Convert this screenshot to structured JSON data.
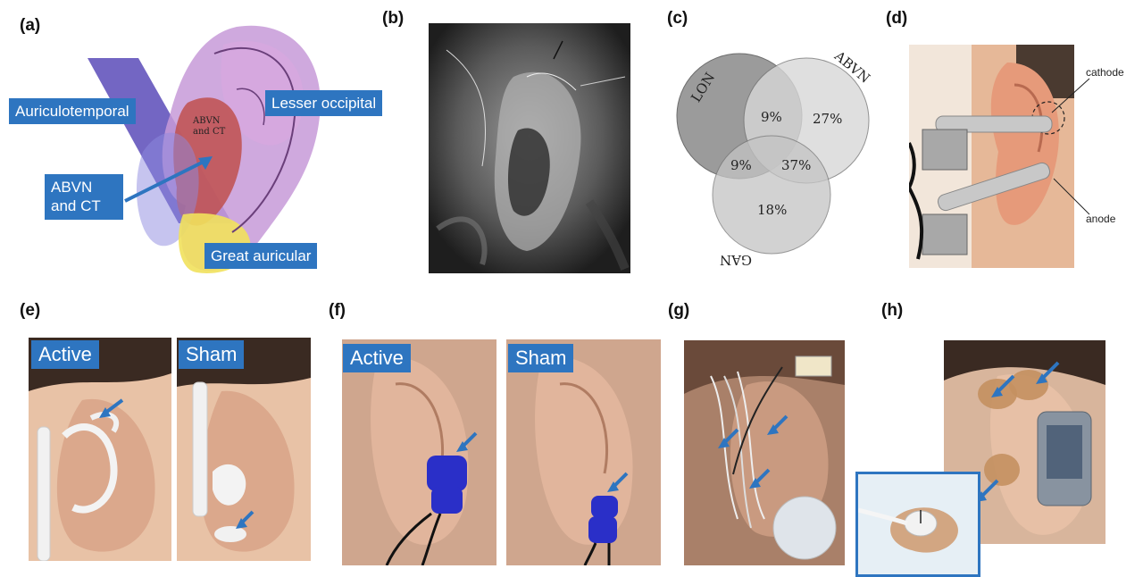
{
  "panels": {
    "a": {
      "label": "(a)",
      "auriculotemporal": "Auriculotemporal",
      "lesser_occipital": "Lesser occipital",
      "abvn_ct_box_line1": "ABVN",
      "abvn_ct_box_line2": "and CT",
      "great_auricular": "Great auricular",
      "ear_text_line1": "ABVN",
      "ear_text_line2": "and CT"
    },
    "b": {
      "label": "(b)"
    },
    "c": {
      "label": "(c)",
      "lon": "LON",
      "abvn": "ABVN",
      "gan": "GAN",
      "lon_abvn": "9%",
      "abvn_only": "27%",
      "lon_gan": "9%",
      "abvn_gan": "37%",
      "gan_only": "18%"
    },
    "d": {
      "label": "(d)",
      "cathode": "cathode",
      "anode": "anode"
    },
    "e": {
      "label": "(e)",
      "active": "Active",
      "sham": "Sham"
    },
    "f": {
      "label": "(f)",
      "active": "Active",
      "sham": "Sham"
    },
    "g": {
      "label": "(g)"
    },
    "h": {
      "label": "(h)"
    }
  },
  "colors": {
    "label_box_blue": "#2e75c0",
    "arrow_blue": "#2e75c0",
    "electrode_blue": "#2a2fc8"
  }
}
